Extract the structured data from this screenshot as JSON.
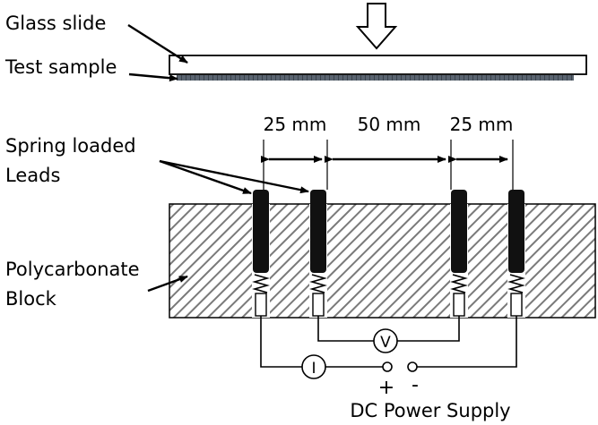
{
  "labels": {
    "glass_slide": "Glass slide",
    "test_sample": "Test sample",
    "spring_leads_line1": "Spring loaded",
    "spring_leads_line2": "Leads",
    "block_line1": "Polycarbonate",
    "block_line2": "Block",
    "dim_left": "25 mm",
    "dim_middle": "50 mm",
    "dim_right": "25 mm",
    "voltmeter": "V",
    "ammeter": "I",
    "plus": "+",
    "minus": "-",
    "power_supply": "DC Power Supply"
  },
  "colors": {
    "line": "#000000",
    "sample": "#5a6470",
    "hatch": "#7a7a7a",
    "lead": "#111111"
  }
}
